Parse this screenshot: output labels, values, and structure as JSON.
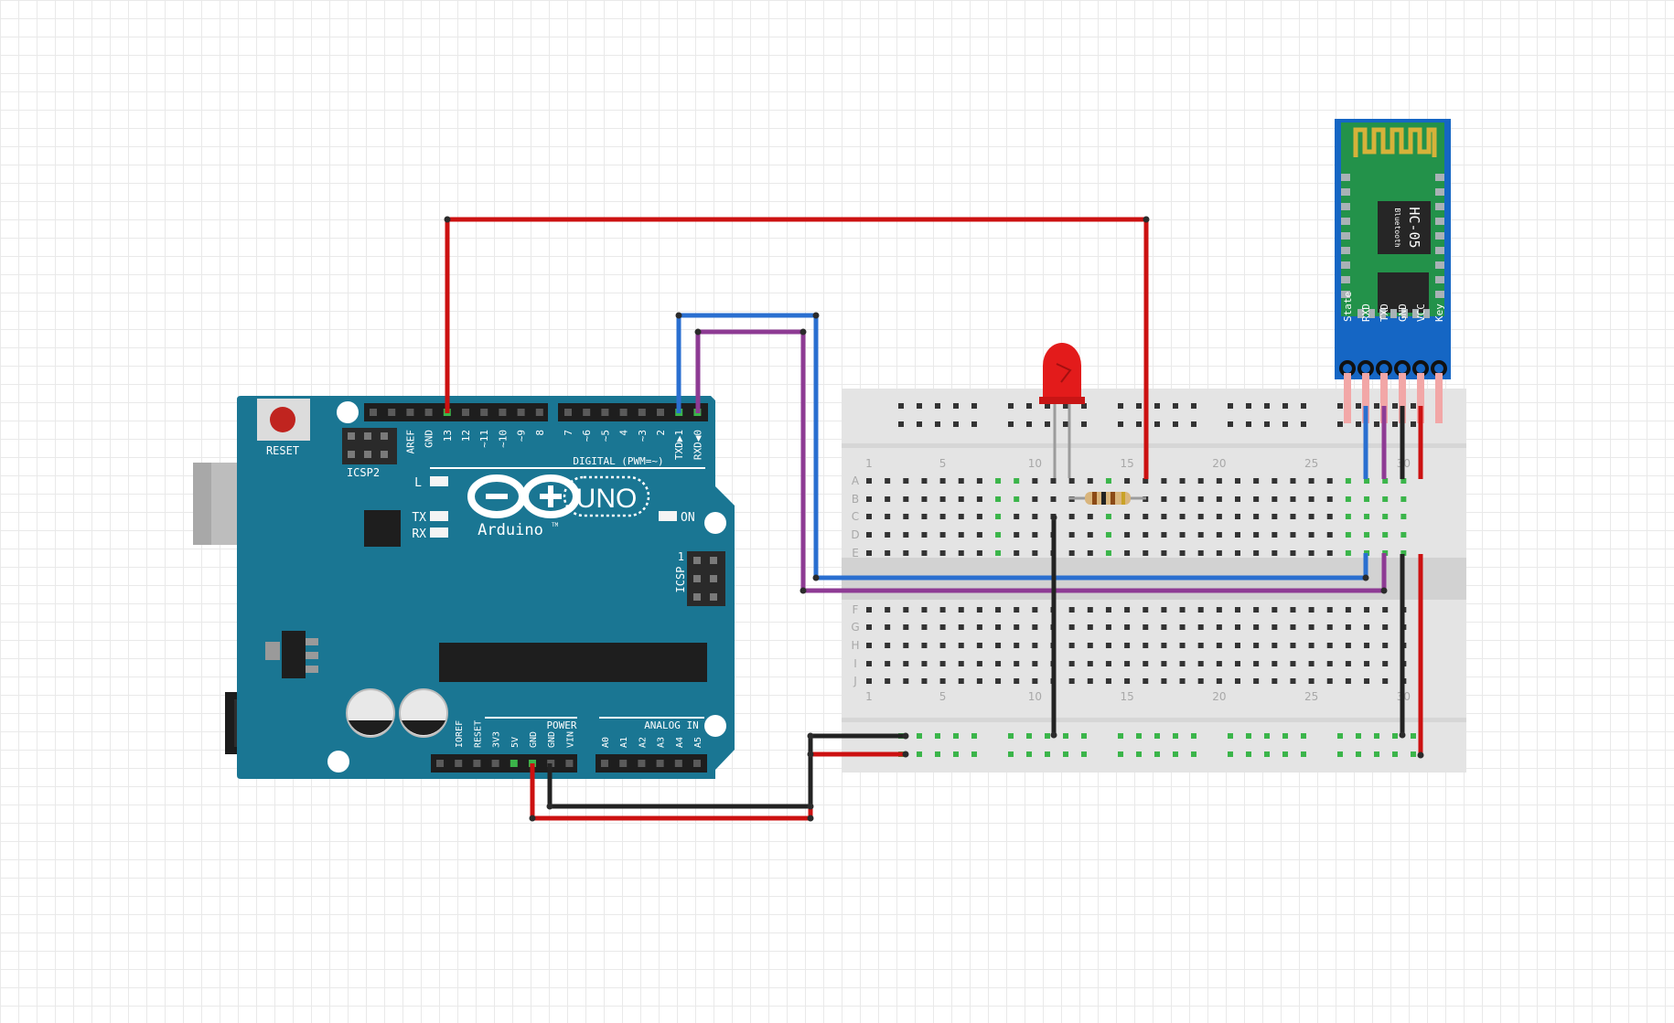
{
  "colors": {
    "arduino_board": "#1a7693",
    "wire_red": "#cc1111",
    "wire_black": "#222222",
    "wire_blue": "#2a6fd0",
    "wire_purple": "#8e3b94",
    "module_pcb": "#23924a",
    "module_border": "#1566c4",
    "breadboard": "#e3e3e3",
    "led": "#e31b1b"
  },
  "arduino": {
    "reset_label": "RESET",
    "icsp2_label": "ICSP2",
    "icsp_label": "ICSP",
    "icsp_pin1": "1",
    "digital_label": "DIGITAL (PWM=~)",
    "led_l": "L",
    "led_tx": "TX",
    "led_rx": "RX",
    "on_label": "ON",
    "uno_label": "UNO",
    "brand": "Arduino",
    "tm": "TM",
    "power_label": "POWER",
    "analog_label": "ANALOG IN",
    "digital_pins": [
      "AREF",
      "GND",
      "13",
      "12",
      "~11",
      "~10",
      "~9",
      "8",
      "7",
      "~6",
      "~5",
      "4",
      "~3",
      "2",
      "TXD▶1",
      "RXD◀0"
    ],
    "power_pins": [
      "IOREF",
      "RESET",
      "3V3",
      "5V",
      "GND",
      "GND",
      "VIN"
    ],
    "analog_pins": [
      "A0",
      "A1",
      "A2",
      "A3",
      "A4",
      "A5"
    ]
  },
  "breadboard": {
    "row_labels_top": [
      "A",
      "B",
      "C",
      "D",
      "E"
    ],
    "row_labels_bottom": [
      "F",
      "G",
      "H",
      "I",
      "J"
    ],
    "column_numbers": [
      "1",
      "5",
      "10",
      "15",
      "20",
      "25",
      "30"
    ]
  },
  "hc05": {
    "chip_title": "HC-05",
    "chip_subtitle": "Bluetooth",
    "pins": [
      "State",
      "RXD",
      "TXD",
      "GND",
      "VCC",
      "Key"
    ]
  }
}
